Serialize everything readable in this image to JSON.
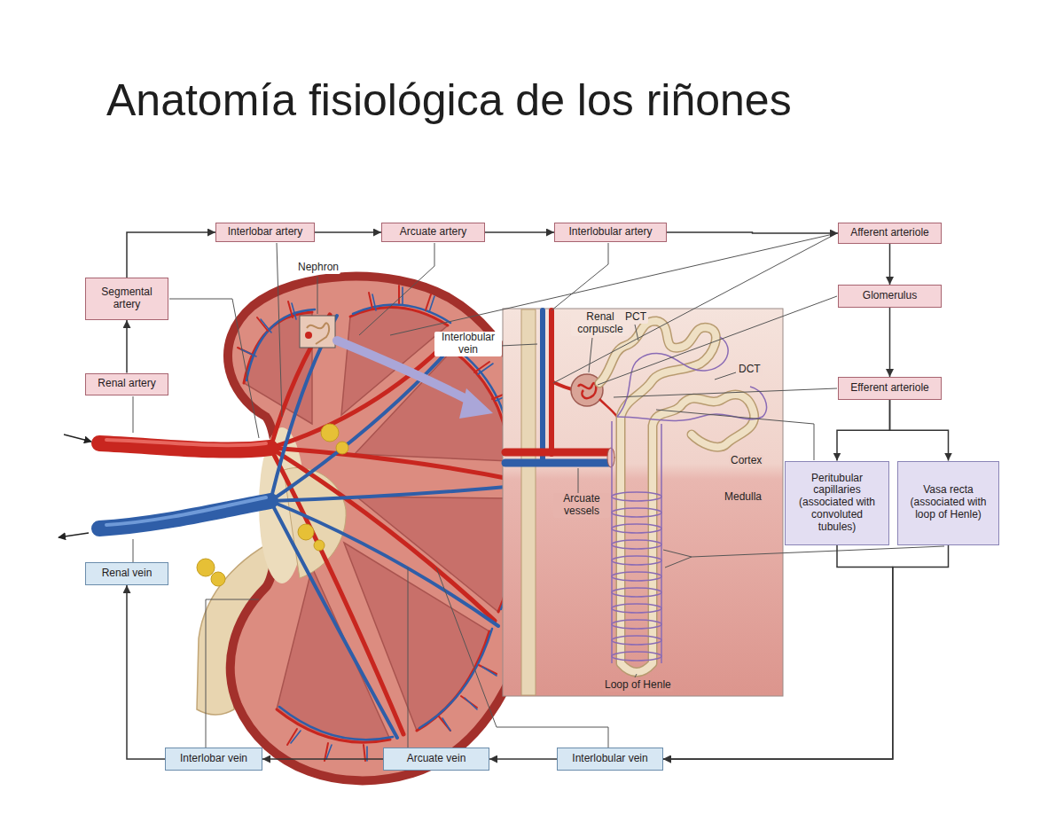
{
  "diagram": {
    "title": "Anatomía fisiológica de los riñones",
    "nodes": [
      {
        "text": [
          "Interlobar artery"
        ]
      },
      {
        "text": [
          "Arcuate artery"
        ]
      },
      {
        "text": [
          "Interlobular artery"
        ]
      },
      {
        "text": [
          "Afferent arteriole"
        ]
      },
      {
        "text": [
          "Segmental artery"
        ]
      },
      {
        "text": [
          "Glomerulus"
        ]
      },
      {
        "text": [
          "Renal artery"
        ]
      },
      {
        "text": [
          "Efferent arteriole"
        ]
      },
      {
        "text": [
          "Peritubular capillaries (associated with convoluted tubules)"
        ]
      },
      {
        "text": [
          "Vasa recta (associated with loop of Henle)"
        ]
      },
      {
        "text": [
          "Renal vein"
        ]
      },
      {
        "text": [
          "Interlobar vein"
        ]
      },
      {
        "text": [
          "Arcuate vein"
        ]
      },
      {
        "text": [
          "Interlobular vein"
        ]
      }
    ],
    "edges": [
      {
        "from": 6,
        "to": 4,
        "arrow": "to"
      },
      {
        "from": 4,
        "to": 0,
        "arrow": "to"
      },
      {
        "from": 0,
        "to": 1,
        "arrow": "to"
      },
      {
        "from": 1,
        "to": 2,
        "arrow": "to"
      },
      {
        "from": 2,
        "to": 3,
        "arrow": "to"
      },
      {
        "from": 3,
        "to": 5,
        "arrow": "to"
      },
      {
        "from": 5,
        "to": 7,
        "arrow": "to"
      },
      {
        "from": 7,
        "to": 8,
        "arrow": "to"
      },
      {
        "from": 7,
        "to": 9,
        "arrow": "to"
      },
      {
        "from": 8,
        "to": 13,
        "arrow": "to"
      },
      {
        "from": 9,
        "to": 13,
        "arrow": "to"
      },
      {
        "from": 13,
        "to": 12,
        "arrow": "to"
      },
      {
        "from": 12,
        "to": 11,
        "arrow": "to"
      },
      {
        "from": 11,
        "to": 10,
        "arrow": "to"
      }
    ],
    "labels": [
      "Nephron",
      "Interlobular vein",
      "Renal corpuscle",
      "PCT",
      "DCT",
      "Cortex",
      "Medulla",
      "Arcuate vessels",
      "Loop of Henle"
    ]
  }
}
